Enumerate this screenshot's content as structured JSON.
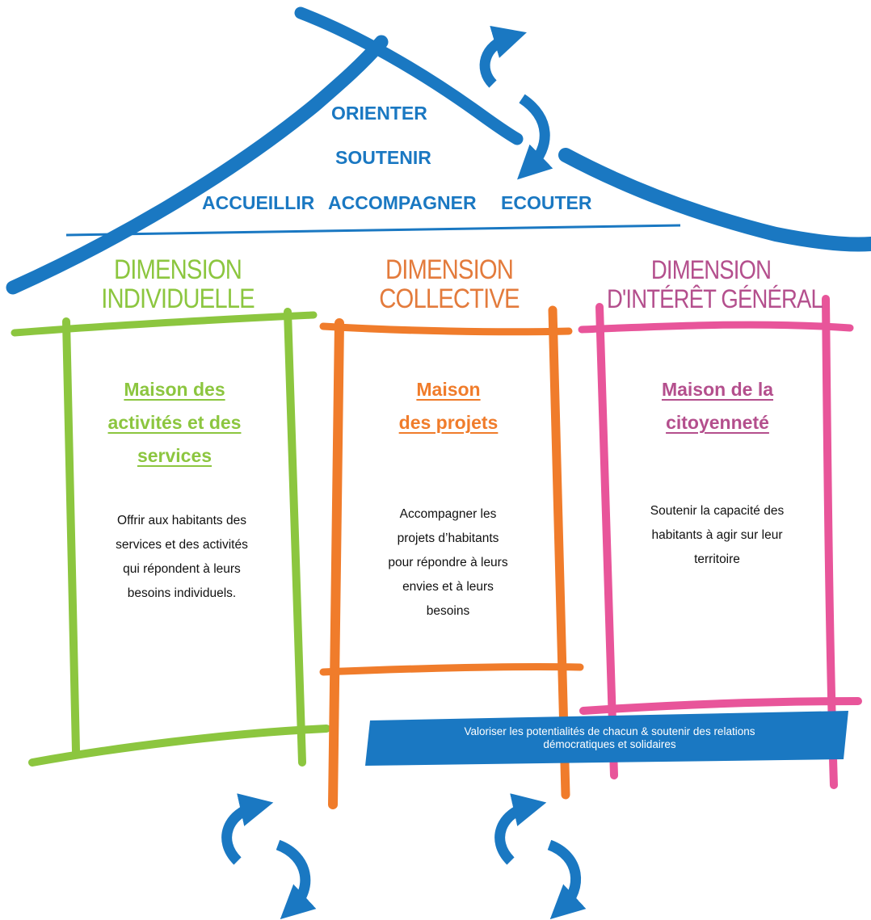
{
  "roof": {
    "words": [
      "ORIENTER",
      "SOUTENIR",
      "ACCUEILLIR",
      "ACCOMPAGNER",
      "ECOUTER"
    ]
  },
  "dimensions": [
    {
      "title_lines": [
        "DIMENSION",
        "INDIVIDUELLE"
      ],
      "house_title_lines": [
        "Maison des",
        "activités et des",
        "services"
      ],
      "description_lines": [
        "Offrir aux habitants des",
        "services et des activités",
        "qui répondent à leurs",
        "besoins individuels."
      ],
      "color": "#8cc63f"
    },
    {
      "title_lines": [
        "DIMENSION",
        "COLLECTIVE"
      ],
      "house_title_lines": [
        "Maison",
        "des projets"
      ],
      "description_lines": [
        "Accompagner les",
        "projets d’habitants",
        "pour répondre à leurs",
        "envies et à  leurs",
        "besoins"
      ],
      "color": "#f07c2b"
    },
    {
      "title_lines": [
        "DIMENSION",
        "D'INTÉRÊT GÉNÉRAL"
      ],
      "house_title_lines": [
        "Maison de la",
        "citoyenneté"
      ],
      "description_lines": [
        "Soutenir la capacité des",
        "habitants à agir sur leur",
        "territoire"
      ],
      "color": "#e8559a"
    }
  ],
  "banner": {
    "lines": [
      "Valoriser les potentialités de chacun & soutenir des relations",
      "démocratiques et solidaires"
    ]
  },
  "colors": {
    "roof_blue": "#1a78c2",
    "green": "#8cc63f",
    "orange": "#f07c2b",
    "pink": "#e8559a",
    "banner_blue": "#1a78c2",
    "collective_title": "#e37b3c",
    "citizen_title": "#b44f8d"
  },
  "icons": [
    "cycle-arrows-icon"
  ]
}
